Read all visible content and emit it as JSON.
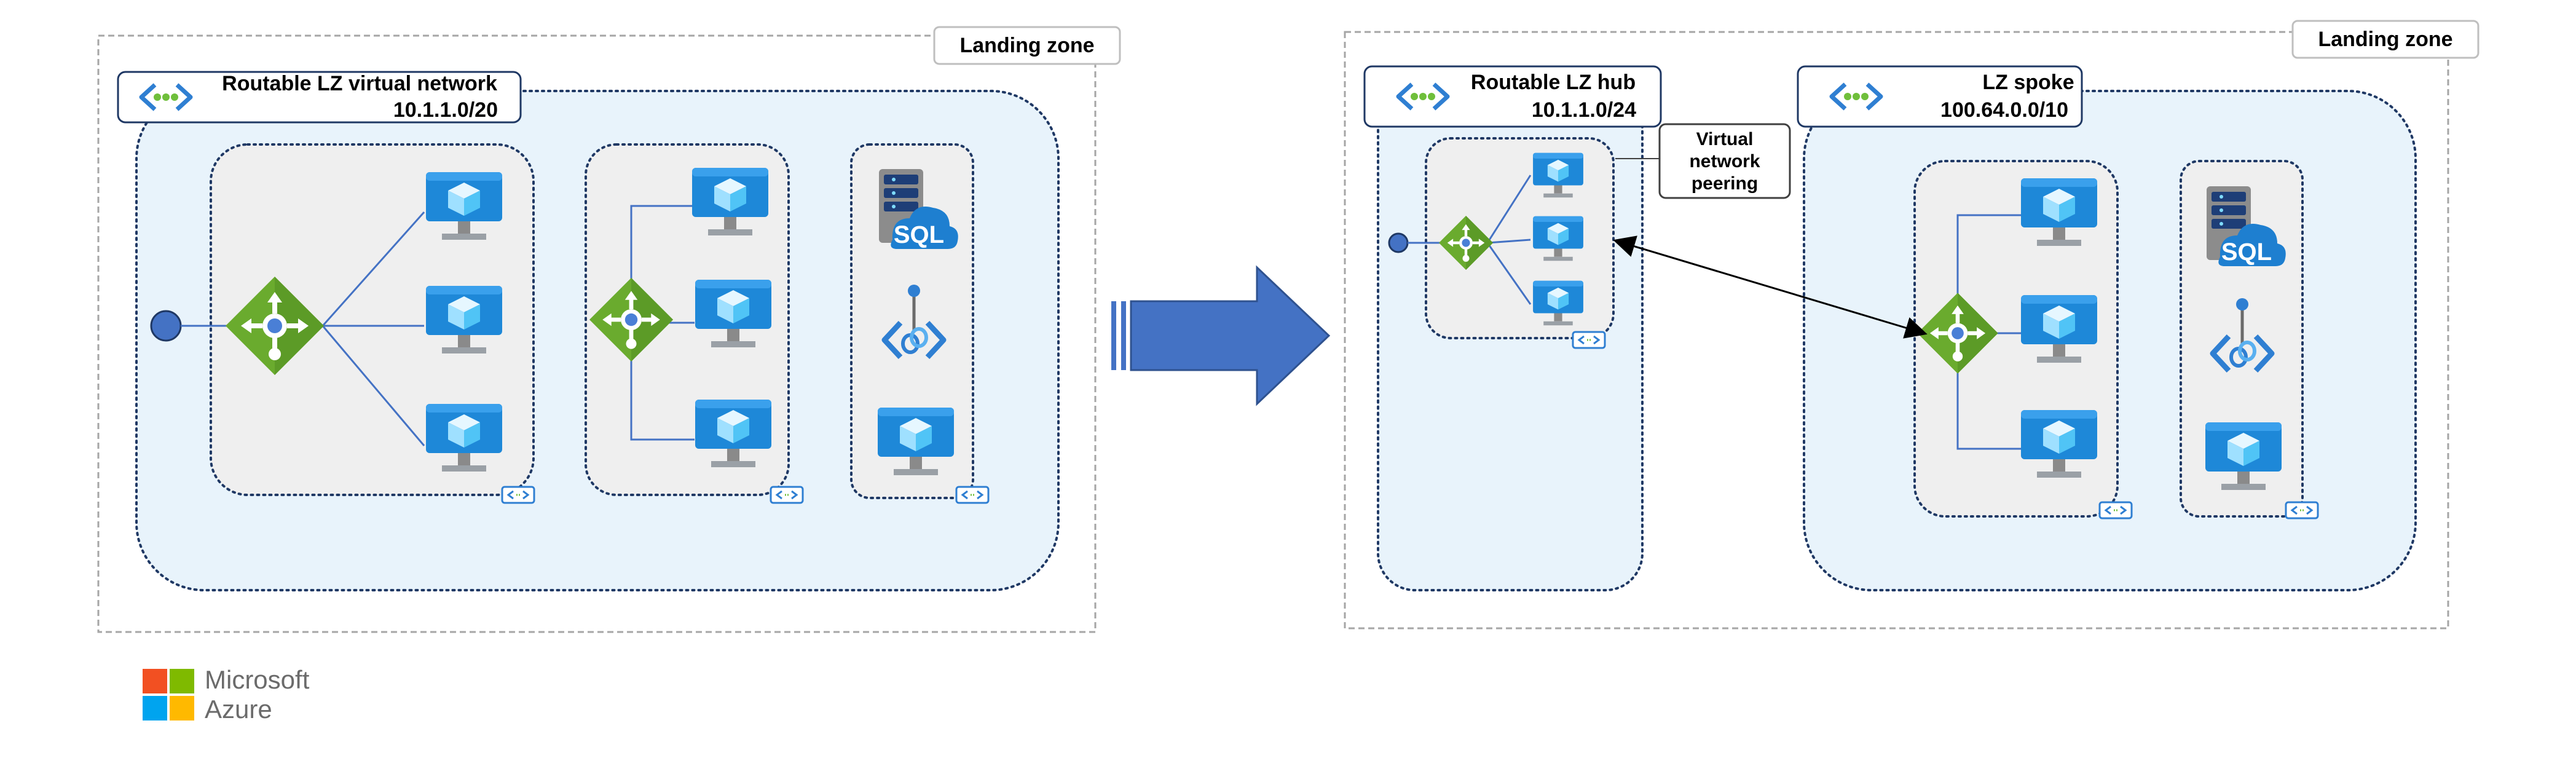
{
  "left": {
    "landing_zone_label": "Landing zone",
    "vnet_title": "Routable LZ virtual network",
    "vnet_cidr": "10.1.1.0/20"
  },
  "right": {
    "landing_zone_label": "Landing zone",
    "hub_title": "Routable LZ hub",
    "hub_cidr": "10.1.1.0/24",
    "spoke_title": "LZ spoke",
    "spoke_cidr": "100.64.0.0/10",
    "peering_label": [
      "Virtual",
      "network",
      "peering"
    ]
  },
  "sql_label": "SQL",
  "subnet_badge": "<·>",
  "brand": {
    "line1": "Microsoft",
    "line2": "Azure"
  },
  "colors": {
    "vnet_fill": "#e8f3fb",
    "subnet_fill": "#efefef",
    "border": "#1f3864",
    "arrow_blue": "#4472c4",
    "vm_blue": "#1e88d8",
    "router_green": "#6aab2e",
    "router_dark": "#3b7d23",
    "vnet_icon_blue": "#2f7fd2",
    "vnet_icon_green": "#6fbf3b",
    "node_blue": "#4472c4"
  },
  "icons": [
    "virtual-network-icon",
    "virtual-machine-icon",
    "load-balancer-icon",
    "sql-server-icon",
    "private-endpoint-icon",
    "subnet-icon",
    "microsoft-logo"
  ]
}
